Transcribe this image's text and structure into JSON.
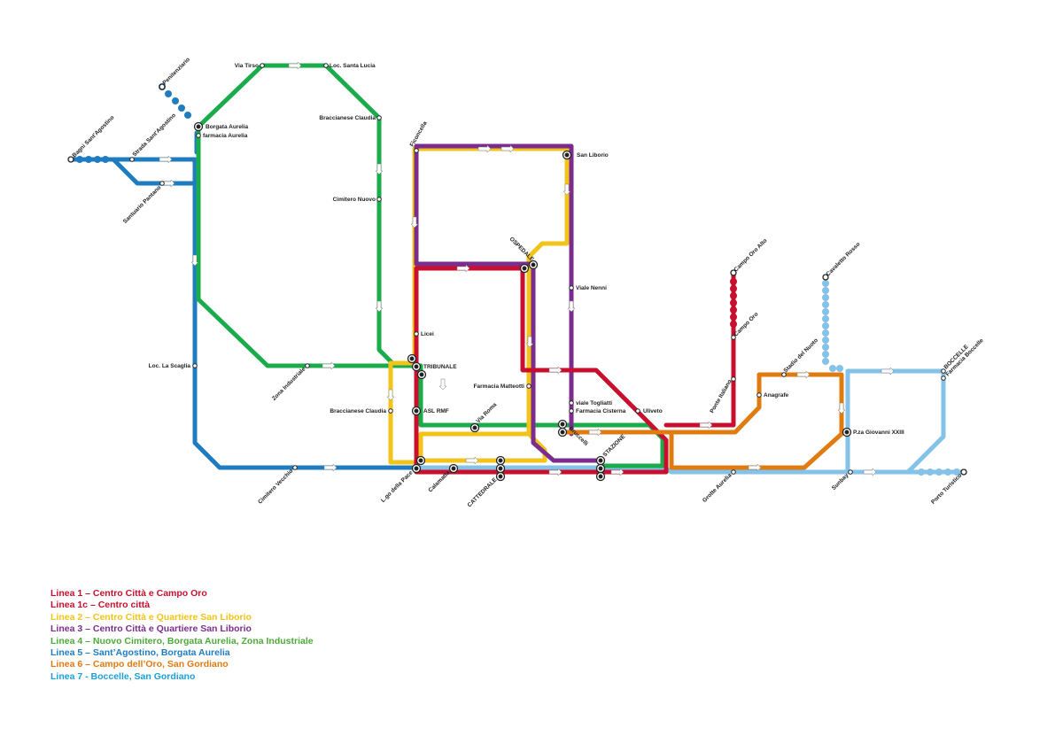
{
  "lines": {
    "l1": {
      "name": "Linea 1 – Centro Città e Campo Oro",
      "color": "#c8102e"
    },
    "l1c": {
      "name": "Linea 1c – Centro città",
      "color": "#c8102e"
    },
    "l2": {
      "name": "Linea 2 – Centro Città e Quartiere San Liborio",
      "color": "#f2c318"
    },
    "l3": {
      "name": "Linea 3 – Centro Città e Quartiere San Liborio",
      "color": "#7b2d8e"
    },
    "l4": {
      "name": "Linea 4 – Nuovo Cimitero, Borgata Aurelia, Zona Industriale",
      "color": "#1aab4b"
    },
    "l5": {
      "name": "Linea 5 – Sant’Agostino, Borgata Aurelia",
      "color": "#1f7cc1"
    },
    "l6": {
      "name": "Linea 6 – Campo dell’Oro, San Gordiano",
      "color": "#e07b10"
    },
    "l7": {
      "name": "Linea 7 - Boccelle, San Gordiano",
      "color": "#1aa0d8"
    }
  },
  "stops": {
    "penitenziario": "Penitenziario",
    "via_tirso": "Via Tirso",
    "loc_santa_lucia": "Loc. Santa Lucia",
    "bagni_sant_agostino": "Bagni Sant'Agostino",
    "strada_sant_agostino": "Strada Sant'Agostino",
    "borgata_aurelia": "Borgata Aurelia",
    "farmacia_aurelia": "farmacia Aurelia",
    "santuario_pantano": "Santuario Pantano",
    "braccianese_claudia_1": "Braccianese Claudia",
    "ficoncella": "Ficoncella",
    "san_liborio": "San Liborio",
    "cimitero_nuovo": "Cimitero Nuovo",
    "ospedale": "OSPEDALE",
    "viale_nenni": "Viale Nenni",
    "campo_oro_alto": "Campo Oro Alto",
    "cavaletto_rosso": "Cavaletto Rosso",
    "campo_oro": "Campo Oro",
    "licei": "Licei",
    "loc_la_scaglia": "Loc. La Scaglia",
    "zona_industriale": "Zona Industriale",
    "tribunale": "TRIBUNALE",
    "farmacia_matteotti": "Farmacia Matteotti",
    "stadio_del_nuoto": "Stadio del Nuoto",
    "boccelle": "BOCCELLE",
    "farmacia_boccelle": "Farmacia Boccelle",
    "ponte_italiano": "Ponte Italiano",
    "anagrafe": "Anagrafe",
    "braccianese_claudia_2": "Braccianese Claudia",
    "asl_rmf": "ASL RMF",
    "viale_togliatti": "viale Togliatti",
    "farmacia_cisterna": "Farmacia Cisterna",
    "uliveto": "Uliveto",
    "via_roma": "Via Roma",
    "bruccelli": "Bruccelli",
    "pza_giovanni": "P.za Giovanni XXIII",
    "stazione": "STAZIONE",
    "cimitero_vecchio": "Cimitero Vecchio",
    "lgo_della_pace": "L.go della Pace",
    "calamatta": "Calamatta",
    "cattedrale": "CATTEDRALE",
    "grotte_aurelia": "Grotte Aurelia",
    "sunbay": "Sunbay",
    "porto_turistico": "Porto Turistico"
  }
}
